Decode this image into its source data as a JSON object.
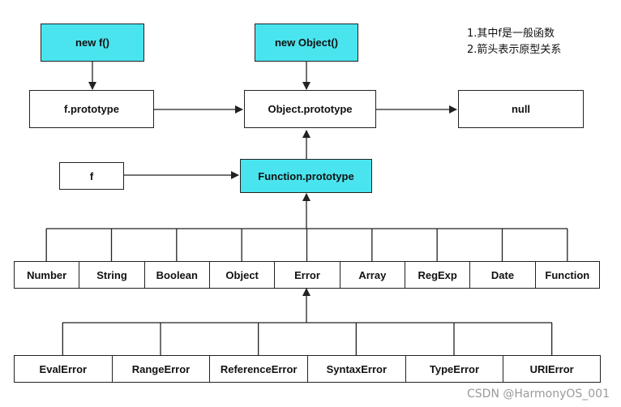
{
  "nodes": {
    "new_f": "new f()",
    "new_object": "new Object()",
    "f_prototype": "f.prototype",
    "object_prototype": "Object.prototype",
    "null": "null",
    "f": "f",
    "function_prototype": "Function.prototype"
  },
  "notes": [
    "1.其中f是一般函数",
    "2.箭头表示原型关系"
  ],
  "constructors": [
    "Number",
    "String",
    "Boolean",
    "Object",
    "Error",
    "Array",
    "RegExp",
    "Date",
    "Function"
  ],
  "errors": [
    "EvalError",
    "RangeError",
    "ReferenceError",
    "SyntaxError",
    "TypeError",
    "URIError"
  ],
  "watermark": "CSDN @HarmonyOS_001",
  "colors": {
    "highlight": "#4ae4ee",
    "line": "#222222"
  }
}
